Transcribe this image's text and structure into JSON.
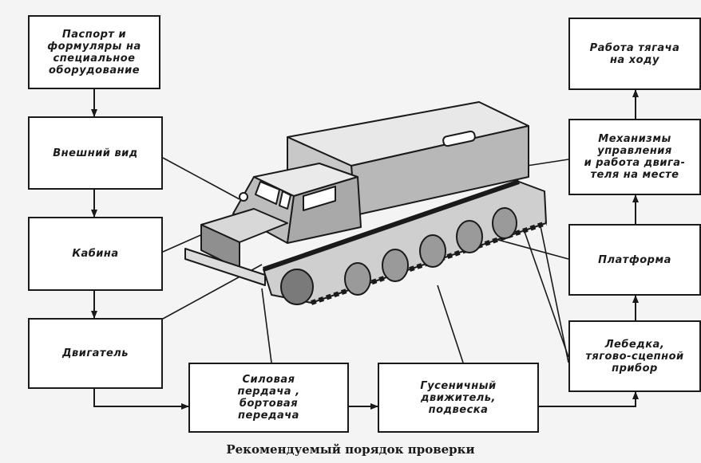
{
  "boxes": {
    "passport": "Паспорт и\nформуляры на\nспециальное\nоборудование",
    "exterior": "Внешний вид",
    "cabin": "Кабина",
    "engine": "Двигатель",
    "power_transmission": "Силовая\nпердача ,\nбортовая\nпередача",
    "tracked_drive": "Гусеничный\nдвижитель,\nподвеска",
    "winch": "Лебедка,\nтягово-сцепной\nприбор",
    "platform": "Платформа",
    "controls": "Механизмы\nуправления\nи работа двига-\nтеля на месте",
    "road_test": "Работа тягача\nна ходу"
  },
  "caption": "Рекомендуемый порядок проверки"
}
